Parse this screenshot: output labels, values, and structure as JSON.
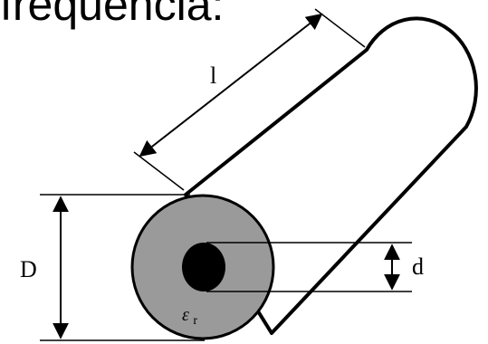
{
  "heading": {
    "text": "frequência:"
  },
  "diagram": {
    "labels": {
      "length": "l",
      "outer_diameter": "D",
      "inner_diameter": "d",
      "permittivity_symbol": "ε",
      "permittivity_subscript": "r"
    },
    "colors": {
      "dielectric": "#9a9a9a",
      "conductor": "#000000",
      "outline": "#000000",
      "background": "#ffffff"
    }
  }
}
